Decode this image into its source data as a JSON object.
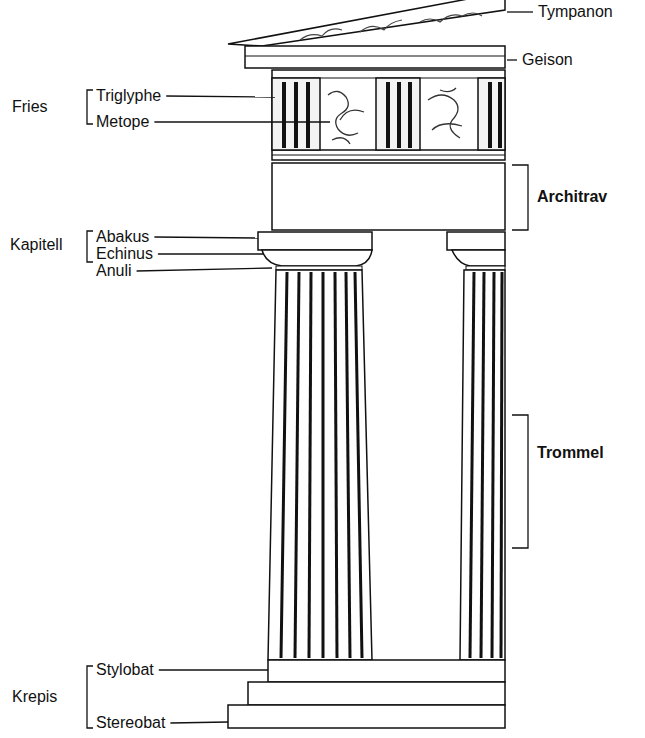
{
  "diagram": {
    "labels": [
      "Tympanon",
      "Geison",
      "Fries",
      "Triglyphe",
      "Metope",
      "Architrav",
      "Kapitell",
      "Abakus",
      "Echinus",
      "Anuli",
      "Trommel",
      "Krepis",
      "Stylobat",
      "Stereobat"
    ]
  }
}
